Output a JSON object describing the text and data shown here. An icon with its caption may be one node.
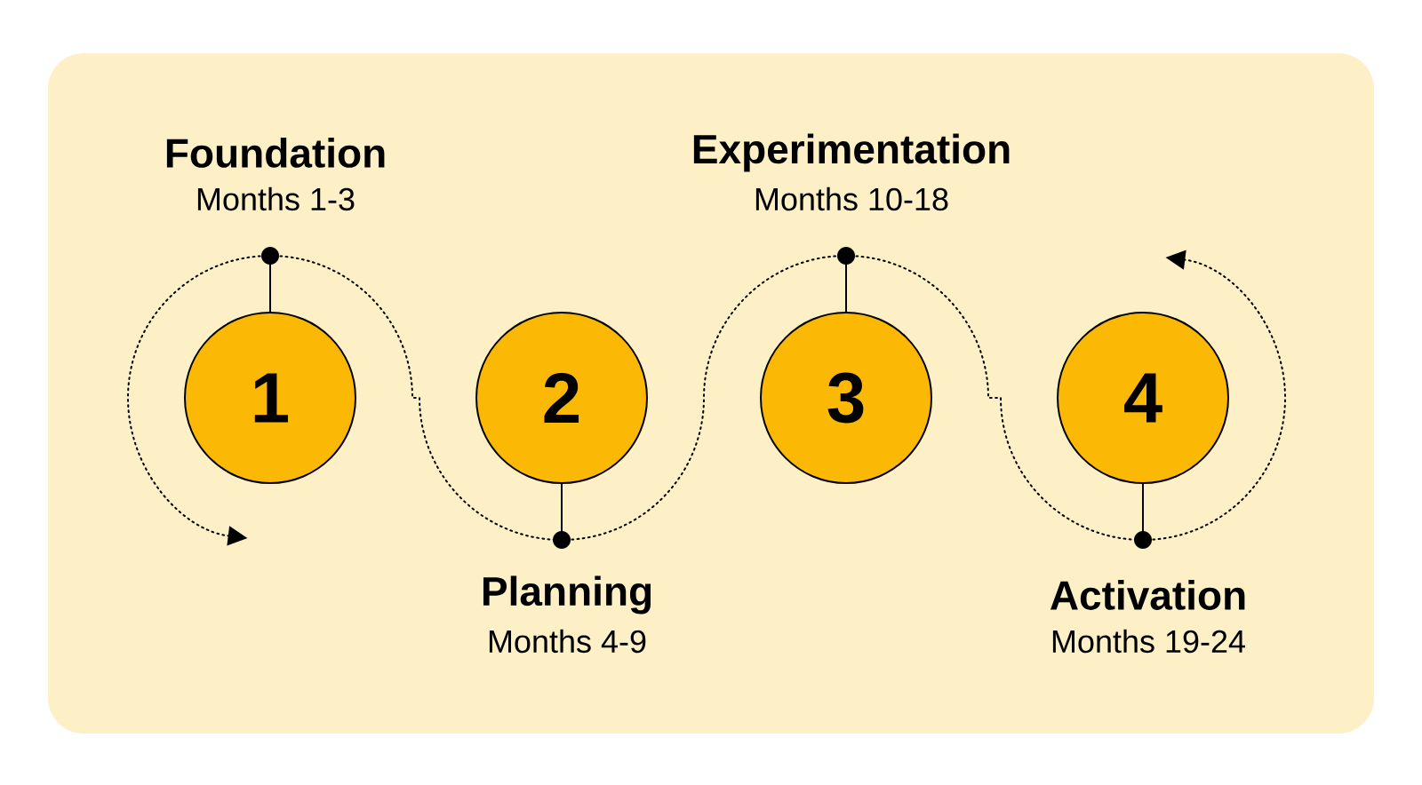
{
  "diagram": {
    "nodes": [
      {
        "text": [
          "1"
        ],
        "beside": [
          "Foundation",
          "Months 1-3"
        ]
      },
      {
        "text": [
          "2"
        ],
        "beside": [
          "Planning",
          "Months 4-9"
        ]
      },
      {
        "text": [
          "3"
        ],
        "beside": [
          "Experimentation",
          "Months 10-18"
        ]
      },
      {
        "text": [
          "4"
        ],
        "beside": [
          "Activation",
          "Months 19-24"
        ]
      }
    ],
    "edges": [
      {
        "from": 0,
        "to": 1,
        "arrow": "none"
      },
      {
        "from": 1,
        "to": 2,
        "arrow": "none"
      },
      {
        "from": 2,
        "to": 3,
        "arrow": "none"
      },
      {
        "from": 0,
        "to": null,
        "arrow": "to"
      },
      {
        "from": 3,
        "to": null,
        "arrow": "to"
      }
    ]
  }
}
